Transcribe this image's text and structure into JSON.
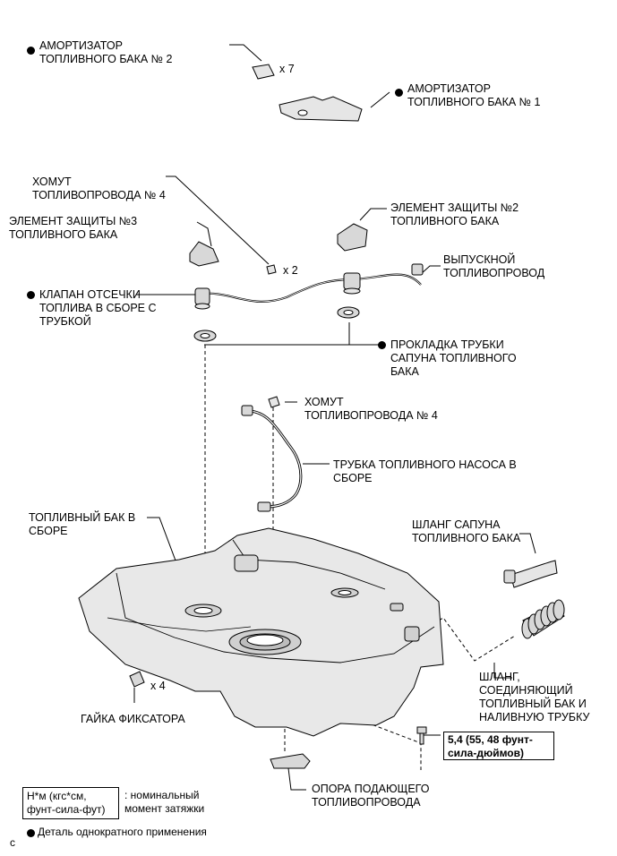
{
  "labels": {
    "absorber2": [
      "АМОРТИЗАТОР",
      "ТОПЛИВНОГО БАКА № 2"
    ],
    "absorber2_qty": "x 7",
    "absorber1": [
      "АМОРТИЗАТОР",
      "ТОПЛИВНОГО БАКА № 1"
    ],
    "clamp4_top": [
      "ХОМУТ",
      "ТОПЛИВОПРОВОДА № 4"
    ],
    "protector3": [
      "ЭЛЕМЕНТ ЗАЩИТЫ №3",
      "ТОПЛИВНОГО БАКА"
    ],
    "protector2": [
      "ЭЛЕМЕНТ ЗАЩИТЫ №2",
      "ТОПЛИВНОГО БАКА"
    ],
    "clamp_qty": "x 2",
    "outlet_pipe": [
      "ВЫПУСКНОЙ",
      "ТОПЛИВОПРОВОД"
    ],
    "cutoff_valve": [
      "КЛАПАН ОТСЕЧКИ",
      "ТОПЛИВА В СБОРЕ С",
      "ТРУБКОЙ"
    ],
    "gasket": [
      "ПРОКЛАДКА ТРУБКИ",
      "САПУНА ТОПЛИВНОГО",
      "БАКА"
    ],
    "clamp4_mid": [
      "ХОМУТ",
      "ТОПЛИВОПРОВОДА № 4"
    ],
    "pump_tube": [
      "ТРУБКА ТОПЛИВНОГО НАСОСА В",
      "СБОРЕ"
    ],
    "tank": [
      "ТОПЛИВНЫЙ БАК В",
      "СБОРЕ"
    ],
    "breather_hose": [
      "ШЛАНГ САПУНА",
      "ТОПЛИВНОГО БАКА"
    ],
    "filler_hose": [
      "ШЛАНГ,",
      "СОЕДИНЯЮЩИЙ",
      "ТОПЛИВНЫЙ БАК И",
      "НАЛИВНУЮ ТРУБКУ"
    ],
    "nut_qty": "x 4",
    "retainer_nut": "ГАЙКА ФИКСАТОРА",
    "torque": [
      "5,4 (55, 48 фунт-",
      "сила-дюймов)"
    ],
    "support": [
      "ОПОРА ПОДАЮЩЕГО",
      "ТОПЛИВОПРОВОДА"
    ]
  },
  "legend": {
    "unit_box": [
      "Н*м (кгс*см,",
      "фунт-сила-фут)"
    ],
    "unit_text": [
      ": номинальный",
      "момент затяжки"
    ],
    "single_use": "Деталь однократного применения",
    "corner_mark": "c"
  },
  "colors": {
    "line": "#000000",
    "part_fill": "#e6e6e6",
    "part_dark": "#bdbdbd"
  }
}
